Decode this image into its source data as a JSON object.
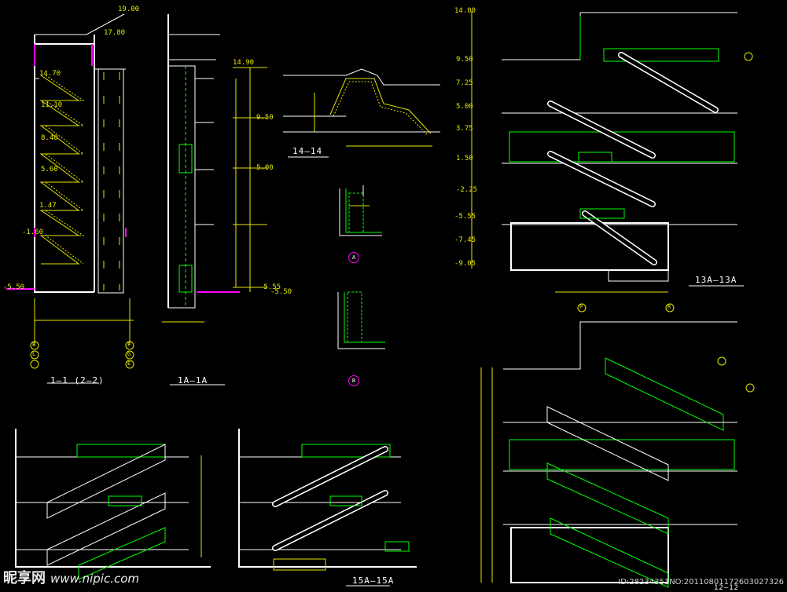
{
  "section_titles": {
    "sec_1_1": "1—1 (2—2)",
    "sec_1a": "1A—1A",
    "sec_14": "14—14",
    "sec_13a": "13A—13A",
    "sec_15a": "15A—15A",
    "sec_12": "12—12"
  },
  "detail_bubbles": {
    "a": "A",
    "b": "B"
  },
  "elevations_left": [
    "19.00",
    "17.80",
    "14.70",
    "11.10",
    "8.40",
    "5.60",
    "1.47",
    "-1.60",
    "-5.50"
  ],
  "elevations_right": [
    "14.00",
    "9.50",
    "7.25",
    "5.00",
    "3.75",
    "1.50",
    "-2.25",
    "-5.55",
    "-7.45",
    "-9.05"
  ],
  "elevations_mid": [
    "14.90",
    "9.50",
    "5.00",
    "-5.55",
    "-5.50"
  ],
  "axis_labels": [
    "E",
    "L",
    "F",
    "G",
    "E",
    "P",
    "R"
  ],
  "watermark": {
    "brand": "昵享网",
    "url": "www.nipic.com",
    "id": "ID:28234351NO:20110801172603027326"
  },
  "colors": {
    "background": "#000000",
    "outline": "#ffffff",
    "stairs": "#e6e600",
    "rails": "#00ff00",
    "walls": "#ff00ff"
  }
}
